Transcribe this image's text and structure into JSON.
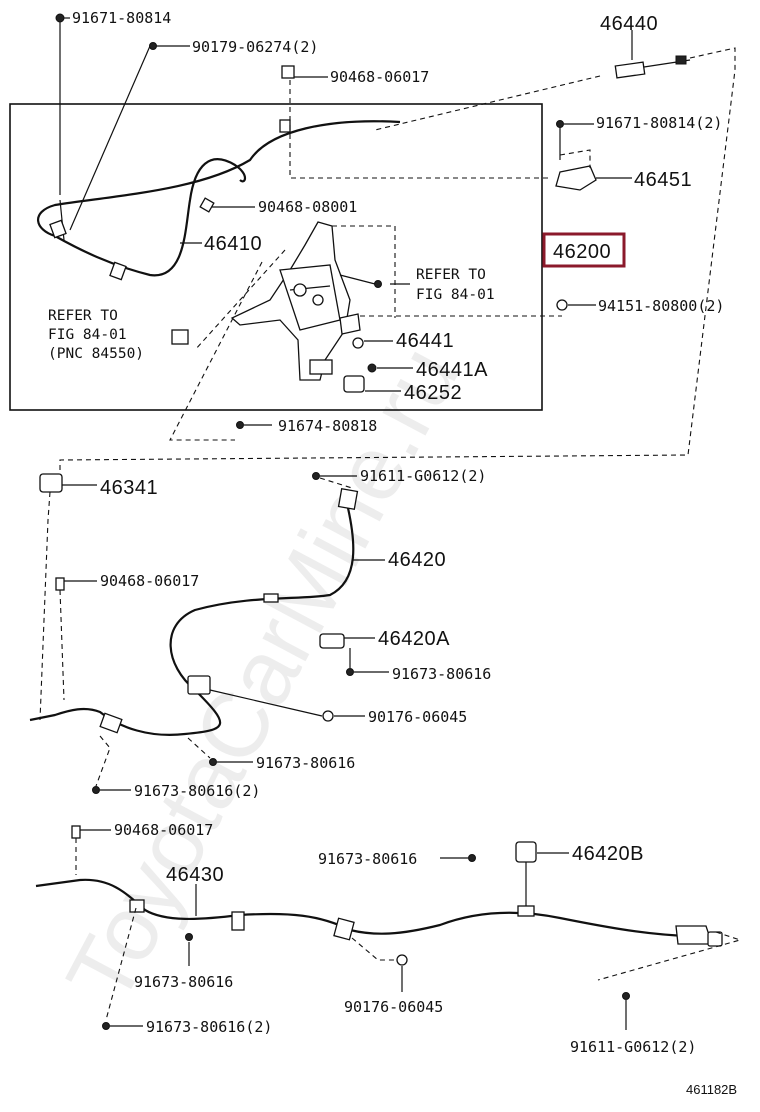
{
  "watermark": "ToyotaCarMine.ru",
  "figure_code": "461182B",
  "highlight_color": "#8b1a2b",
  "refer_left": {
    "line1": "REFER TO",
    "line2": "FIG 84-01",
    "line3": "(PNC 84550)"
  },
  "refer_right": {
    "line1": "REFER TO",
    "line2": "FIG 84-01"
  },
  "parts": {
    "p46440": "46440",
    "p46451": "46451",
    "p46200": "46200",
    "p46410": "46410",
    "p46441": "46441",
    "p46441A": "46441A",
    "p46252": "46252",
    "p46341": "46341",
    "p46420": "46420",
    "p46420A": "46420A",
    "p46430": "46430",
    "p46420B": "46420B"
  },
  "fasteners": {
    "f1": "91671-80814",
    "f2": "90179-06274(2)",
    "f3": "90468-06017",
    "f4": "91671-80814(2)",
    "f5": "90468-08001",
    "f6": "94151-80800(2)",
    "f7": "91674-80818",
    "f8": "91611-G0612(2)",
    "f9": "90468-06017",
    "f10": "91673-80616",
    "f11": "90176-06045",
    "f12": "91673-80616",
    "f13": "91673-80616(2)",
    "f14": "90468-06017",
    "f15": "91673-80616",
    "f16": "91673-80616",
    "f17": "90176-06045",
    "f18": "91673-80616(2)",
    "f19": "91611-G0612(2)"
  }
}
